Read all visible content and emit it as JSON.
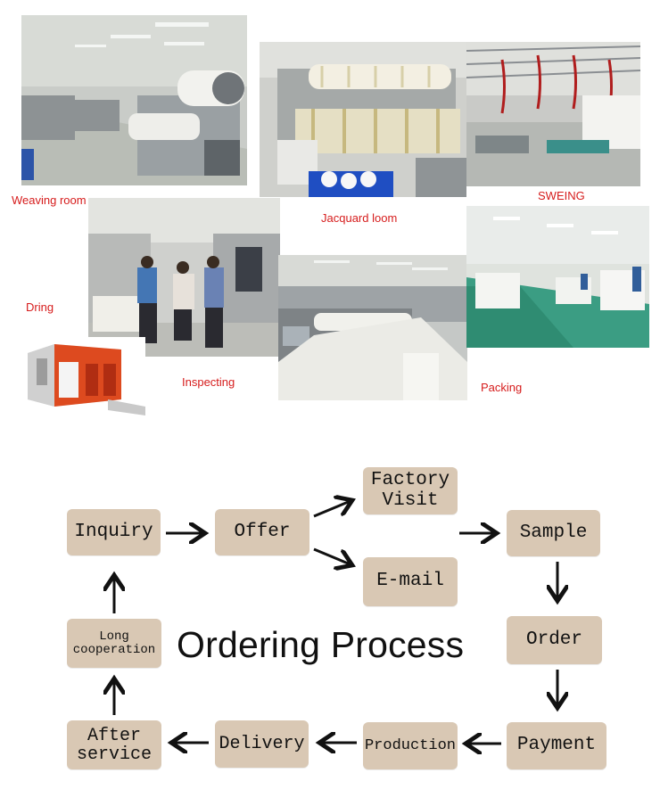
{
  "photos": {
    "weaving_room": {
      "caption": "Weaving room"
    },
    "jacquard_loom": {
      "caption": "Jacquard loom"
    },
    "sewing": {
      "caption": "SWEING"
    },
    "drying": {
      "caption": "Dring"
    },
    "inspecting": {
      "caption": "Inspecting"
    },
    "packing": {
      "caption": "Packing"
    }
  },
  "process": {
    "title": "Ordering Process",
    "steps": {
      "inquiry": "Inquiry",
      "offer": "Offer",
      "factory_visit": "Factory\nVisit",
      "email": "E-mail",
      "sample": "Sample",
      "order": "Order",
      "payment": "Payment",
      "production": "Production",
      "delivery": "Delivery",
      "after_service": "After\nservice",
      "long_cooperation": "Long\ncooperation"
    }
  },
  "colors": {
    "box_fill": "#d9c8b4",
    "caption_red": "#d61c1c",
    "arrow": "#111111"
  }
}
